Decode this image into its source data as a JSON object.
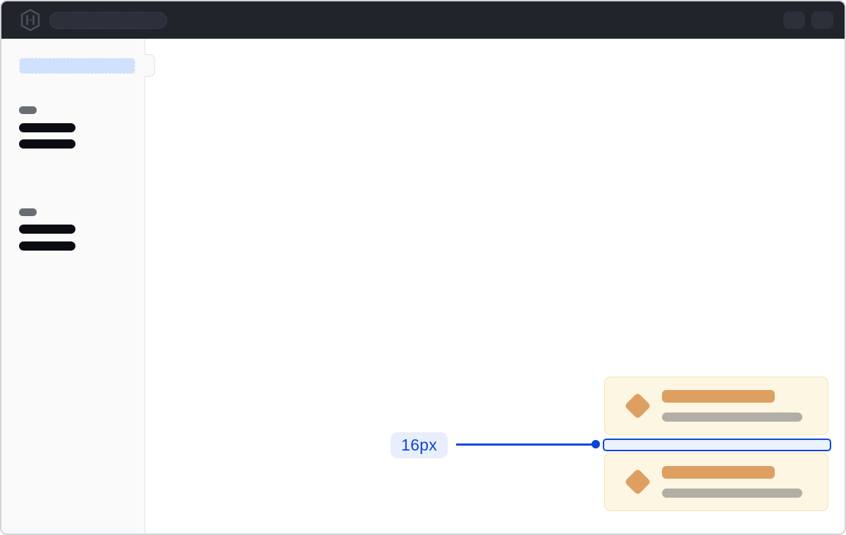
{
  "topbar": {
    "logo_icon": "hashicorp-logo-icon",
    "background": "#21242b",
    "search_skeleton": {
      "shape": "pill",
      "color": "#2c303a"
    },
    "action_skeletons": [
      {
        "name": "topbar-action-skeleton-1",
        "color": "#2c303a"
      },
      {
        "name": "topbar-action-skeleton-2",
        "color": "#2c303a"
      }
    ]
  },
  "sidebar": {
    "background": "#fafafa",
    "active_item_skeleton": {
      "color": "#cfe1fc"
    },
    "toggle_handle": true,
    "groups": [
      {
        "section_label_skeleton": {
          "color": "#696e76"
        },
        "item_skeletons": 2
      },
      {
        "section_label_skeleton": {
          "color": "#696e76"
        },
        "item_skeletons": 2
      }
    ],
    "item_skeleton_color": "#0b0d12"
  },
  "main": {
    "cards": {
      "count": 2,
      "background": "#fdf6e2",
      "border_color": "#f2e3b7",
      "icon": "diamond-icon",
      "icon_color": "#dda061",
      "title_skeleton_color": "#dda061",
      "subtitle_skeleton_color": "#b1aea6"
    },
    "spacing_annotation": {
      "label": "16px",
      "accent_color": "#0e45d5",
      "label_background": "#e8eefc",
      "highlight_fill": "#ebf2fd"
    }
  }
}
